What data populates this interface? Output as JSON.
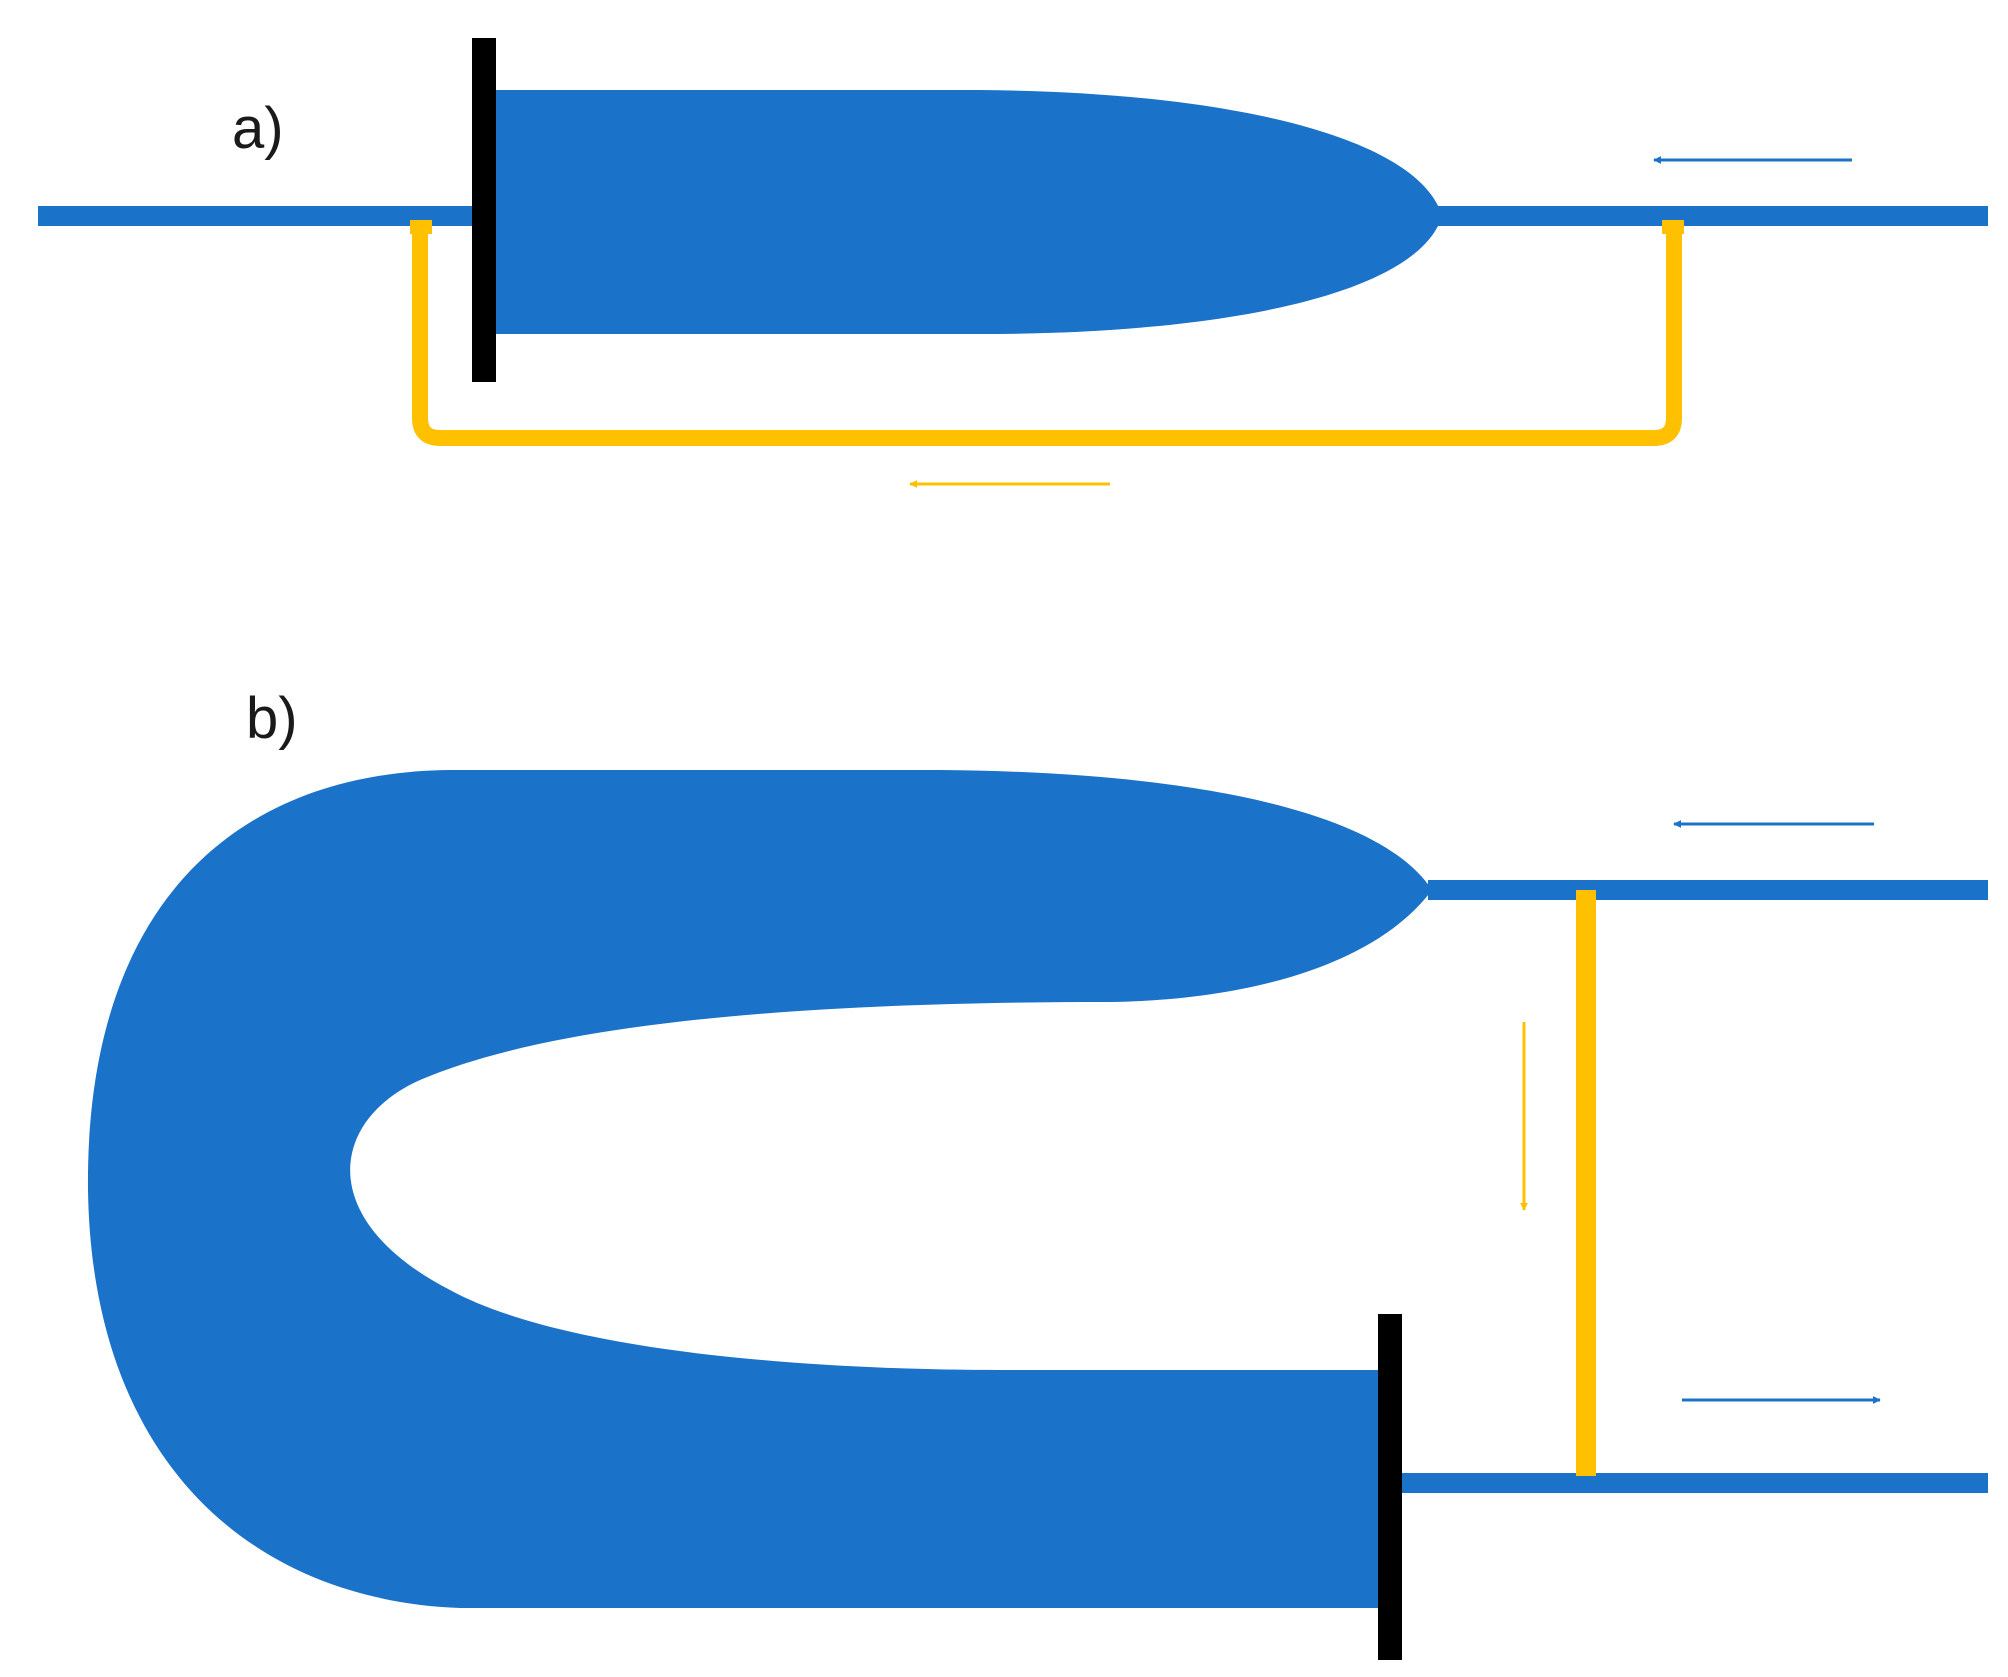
{
  "panels": [
    {
      "id": "a",
      "label": "a)"
    },
    {
      "id": "b",
      "label": "b)"
    }
  ],
  "colors": {
    "strand": "#1b72c9",
    "bypass": "#ffc000",
    "barrier": "#000000",
    "background": "#ffffff"
  },
  "arrows": {
    "panel_a": [
      {
        "color": "strand",
        "direction": "left"
      },
      {
        "color": "bypass",
        "direction": "left"
      }
    ],
    "panel_b": [
      {
        "color": "strand",
        "direction": "left"
      },
      {
        "color": "bypass",
        "direction": "down"
      },
      {
        "color": "strand",
        "direction": "right"
      }
    ]
  }
}
